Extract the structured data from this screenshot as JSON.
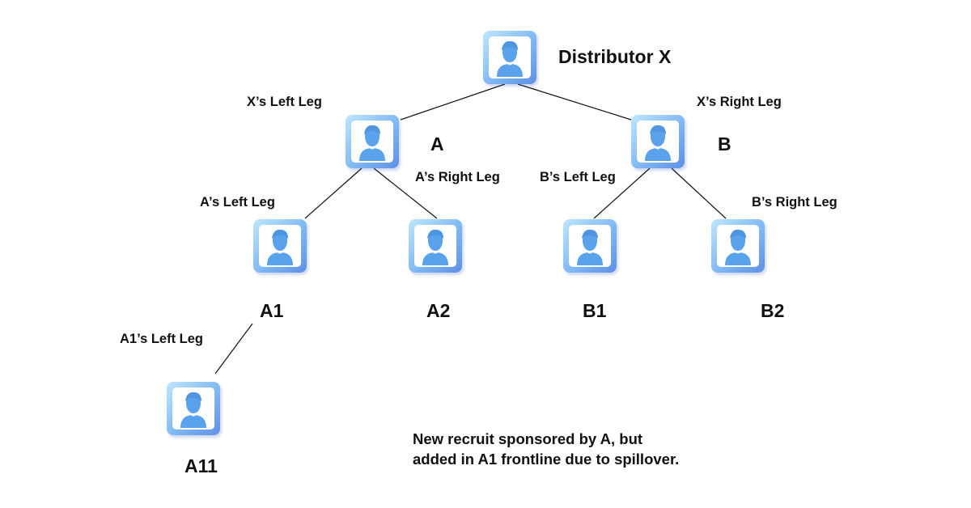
{
  "nodes": {
    "x": {
      "name": "Distributor X"
    },
    "a": {
      "name": "A"
    },
    "b": {
      "name": "B"
    },
    "a1": {
      "name": "A1"
    },
    "a2": {
      "name": "A2"
    },
    "b1": {
      "name": "B1"
    },
    "b2": {
      "name": "B2"
    },
    "a11": {
      "name": "A11"
    }
  },
  "legs": {
    "x_left": "X’s Left Leg",
    "x_right": "X’s Right Leg",
    "a_left": "A’s Left Leg",
    "a_right": "A’s Right Leg",
    "b_left": "B’s Left Leg",
    "b_right": "B’s Right Leg",
    "a1_left": "A1’s Left Leg"
  },
  "note": {
    "line1": "New recruit sponsored by A, but",
    "line2": "added in A1 frontline due to spillover."
  },
  "colors": {
    "tile_light": "#bfe6ff",
    "tile_dark": "#5f8fe6",
    "person": "#5aa3ec",
    "connector": "#111111"
  },
  "icons": {
    "node": "person-avatar-icon"
  }
}
